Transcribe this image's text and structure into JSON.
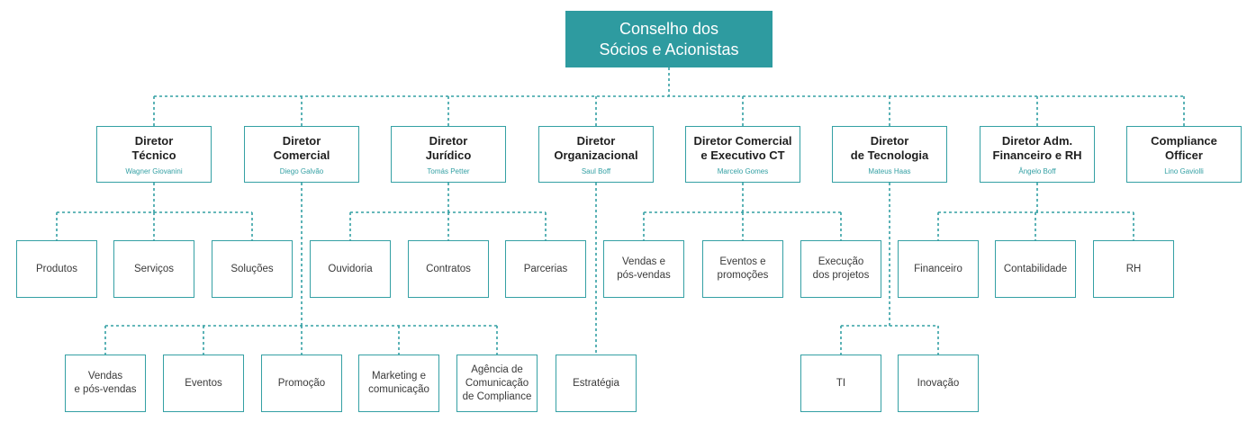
{
  "root": {
    "line1": "Conselho dos",
    "line2": "Sócios e Acionistas"
  },
  "directors": [
    {
      "title1": "Diretor",
      "title2": "Técnico",
      "person": "Wagner Giovanini"
    },
    {
      "title1": "Diretor",
      "title2": "Comercial",
      "person": "Diego Galvão"
    },
    {
      "title1": "Diretor",
      "title2": "Jurídico",
      "person": "Tomás Petter"
    },
    {
      "title1": "Diretor",
      "title2": "Organizacional",
      "person": "Saul Boff"
    },
    {
      "title1": "Diretor Comercial",
      "title2": "e Executivo CT",
      "person": "Marcelo Gomes"
    },
    {
      "title1": "Diretor",
      "title2": "de Tecnologia",
      "person": "Mateus Haas"
    },
    {
      "title1": "Diretor Adm.",
      "title2": "Financeiro e RH",
      "person": "Ângelo Boff"
    },
    {
      "title1": "Compliance",
      "title2": "Officer",
      "person": "Lino Gaviolli"
    }
  ],
  "departments": [
    {
      "lines": [
        "Produtos"
      ]
    },
    {
      "lines": [
        "Serviços"
      ]
    },
    {
      "lines": [
        "Soluções"
      ]
    },
    {
      "lines": [
        "Ouvidoria"
      ]
    },
    {
      "lines": [
        "Contratos"
      ]
    },
    {
      "lines": [
        "Parcerias"
      ]
    },
    {
      "lines": [
        "Vendas e",
        "pós-vendas"
      ]
    },
    {
      "lines": [
        "Eventos e",
        "promoções"
      ]
    },
    {
      "lines": [
        "Execução",
        "dos projetos"
      ]
    },
    {
      "lines": [
        "Financeiro"
      ]
    },
    {
      "lines": [
        "Contabilidade"
      ]
    },
    {
      "lines": [
        "RH"
      ]
    },
    {
      "lines": [
        "Vendas",
        "e pós-vendas"
      ]
    },
    {
      "lines": [
        "Eventos"
      ]
    },
    {
      "lines": [
        "Promoção"
      ]
    },
    {
      "lines": [
        "Marketing e",
        "comunicação"
      ]
    },
    {
      "lines": [
        "Agência de",
        "Comunicação",
        "de Compliance"
      ]
    },
    {
      "lines": [
        "Estratégia"
      ]
    },
    {
      "lines": [
        "TI"
      ]
    },
    {
      "lines": [
        "Inovação"
      ]
    }
  ],
  "colors": {
    "accent": "#2e9ba0",
    "line": "#34a0a4"
  }
}
